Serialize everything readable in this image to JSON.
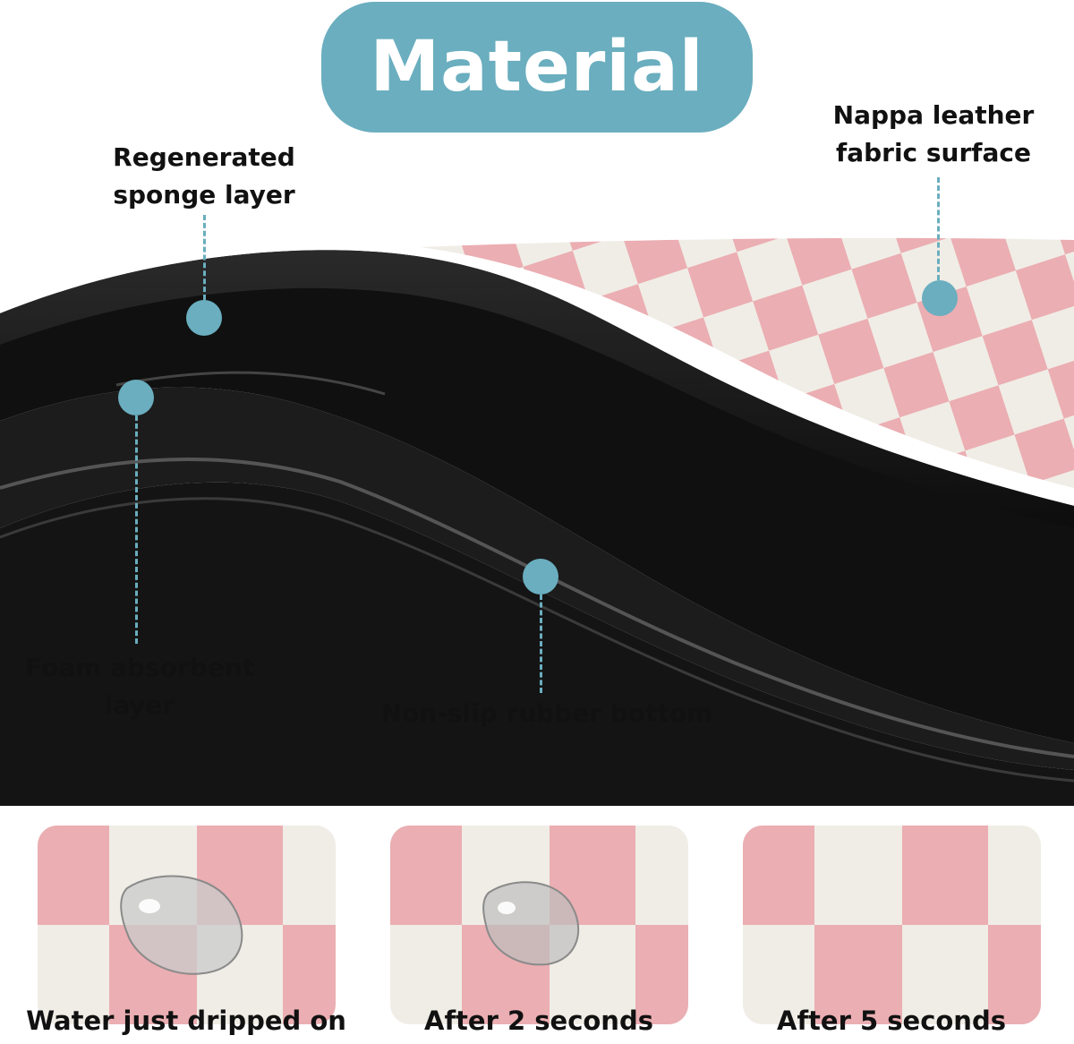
{
  "title": "Material",
  "labels": {
    "sponge": [
      "Regenerated",
      "sponge layer"
    ],
    "nappa": [
      "Nappa leather",
      "fabric surface"
    ],
    "foam": [
      "Foam absorbent",
      "layer"
    ],
    "rubber": "Non-slip rubber bottom"
  },
  "captions": [
    "Water just dripped on",
    "After 2 seconds",
    "After 5 seconds"
  ],
  "colors": {
    "accent": "#6aaebf",
    "checker_pink": "#ebaeb2",
    "checker_white": "#f0ede6",
    "mat_black": "#141414"
  }
}
